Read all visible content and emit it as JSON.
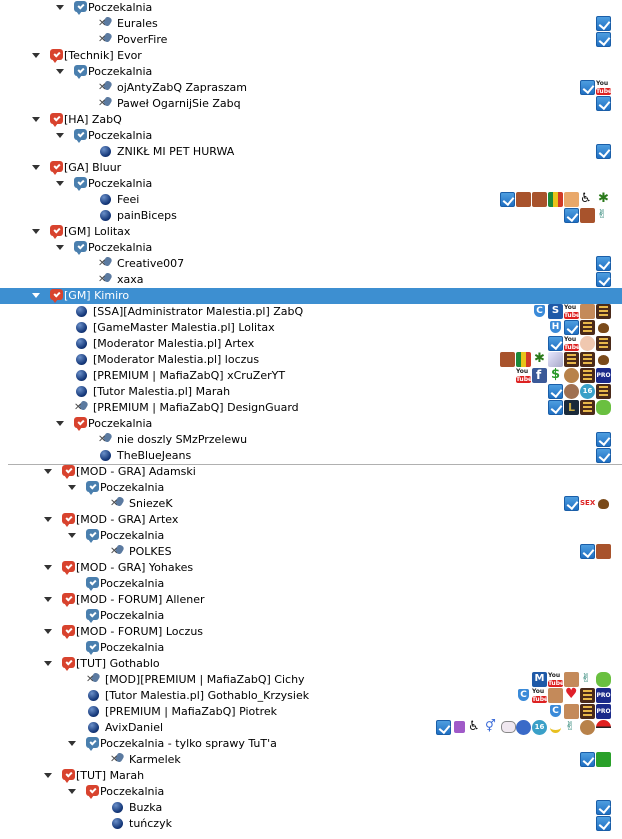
{
  "rows": [
    {
      "kind": "channel",
      "level": 1,
      "color": "blue",
      "label": "Poczekalnia",
      "badges": []
    },
    {
      "kind": "user",
      "level": 2,
      "icon": "muted",
      "label": "Eurales",
      "badges": [
        "check"
      ]
    },
    {
      "kind": "user",
      "level": 2,
      "icon": "muted",
      "label": "PoverFire",
      "badges": [
        "check"
      ]
    },
    {
      "kind": "channel",
      "level": 0,
      "color": "red",
      "label": "[Technik] Evor",
      "badges": []
    },
    {
      "kind": "channel",
      "level": 1,
      "color": "blue",
      "label": "Poczekalnia",
      "badges": []
    },
    {
      "kind": "user",
      "level": 2,
      "icon": "muted",
      "label": "ojAntyZabQ Zapraszam",
      "badges": [
        "check",
        "yt"
      ]
    },
    {
      "kind": "user",
      "level": 2,
      "icon": "muted",
      "label": "Paweł OgarnijSie Zabq",
      "badges": [
        "check"
      ]
    },
    {
      "kind": "channel",
      "level": 0,
      "color": "red",
      "label": "[HA] ZabQ",
      "badges": []
    },
    {
      "kind": "channel",
      "level": 1,
      "color": "blue",
      "label": "Poczekalnia",
      "badges": []
    },
    {
      "kind": "user",
      "level": 2,
      "icon": "ball",
      "label": "ZNIKŁ MI PET HURWA",
      "badges": [
        "check"
      ]
    },
    {
      "kind": "channel",
      "level": 0,
      "color": "red",
      "label": "[GA] Bluur",
      "badges": []
    },
    {
      "kind": "channel",
      "level": 1,
      "color": "blue",
      "label": "Poczekalnia",
      "badges": []
    },
    {
      "kind": "user",
      "level": 2,
      "icon": "ball",
      "label": "Feei",
      "badges": [
        "check",
        "cs",
        "cs",
        "mfl",
        "sqr",
        "wheel",
        "leaf"
      ]
    },
    {
      "kind": "user",
      "level": 2,
      "icon": "ball",
      "label": "painBiceps",
      "badges": [
        "check",
        "cs",
        "peace"
      ]
    },
    {
      "kind": "channel",
      "level": 0,
      "color": "red",
      "label": "[GM] Lolitax",
      "badges": []
    },
    {
      "kind": "channel",
      "level": 1,
      "color": "blue",
      "label": "Poczekalnia",
      "badges": []
    },
    {
      "kind": "user",
      "level": 2,
      "icon": "muted",
      "label": "Creative007",
      "badges": [
        "check"
      ]
    },
    {
      "kind": "user",
      "level": 2,
      "icon": "muted",
      "label": "xaxa",
      "badges": [
        "check"
      ]
    },
    {
      "kind": "channel",
      "level": 0,
      "color": "red",
      "label": "[GM] Kimiro",
      "badges": [],
      "selected": true
    },
    {
      "kind": "user",
      "level": 1,
      "icon": "ball",
      "label": "[SSA][Administrator Malestia.pl] ZabQ",
      "badges": [
        "shield",
        "sblue",
        "yt",
        "face",
        "ach"
      ]
    },
    {
      "kind": "user",
      "level": 1,
      "icon": "ball",
      "label": "[GameMaster Malestia.pl] Lolitax",
      "badges": [
        "hblue",
        "check",
        "ach",
        "poop"
      ]
    },
    {
      "kind": "user",
      "level": 1,
      "icon": "ball",
      "label": "[Moderator Malestia.pl] Artex",
      "badges": [
        "check",
        "yt",
        "baby",
        "ach"
      ]
    },
    {
      "kind": "user",
      "level": 1,
      "icon": "ball",
      "label": "[Moderator Malestia.pl] loczus",
      "badges": [
        "cs",
        "mfl",
        "leaf",
        "gem",
        "ach",
        "ach",
        "poop"
      ]
    },
    {
      "kind": "user",
      "level": 1,
      "icon": "ball",
      "label": "[PREMIUM | MafiaZabQ] xCruZerYT",
      "badges": [
        "yt",
        "fb",
        "dollar",
        "monkey",
        "ach",
        "pro"
      ]
    },
    {
      "kind": "user",
      "level": 1,
      "icon": "ball",
      "label": "[Tutor Malestia.pl] Marah",
      "badges": [
        "check",
        "bear",
        "sixteen",
        "ach"
      ]
    },
    {
      "kind": "user",
      "level": 1,
      "icon": "muted",
      "label": "[PREMIUM | MafiaZabQ] DesignGuard",
      "badges": [
        "check",
        "lol",
        "ach",
        "frog"
      ]
    },
    {
      "kind": "channel",
      "level": 1,
      "color": "red",
      "label": "Poczekalnia",
      "badges": []
    },
    {
      "kind": "user",
      "level": 2,
      "icon": "muted",
      "label": "nie doszly SMzPrzelewu",
      "badges": [
        "check"
      ]
    },
    {
      "kind": "user",
      "level": 2,
      "icon": "ball",
      "label": "TheBlueJeans",
      "badges": [
        "check"
      ]
    },
    {
      "kind": "divider"
    },
    {
      "kind": "channel",
      "level": 0.5,
      "color": "red",
      "label": "[MOD - GRA] Adamski",
      "badges": []
    },
    {
      "kind": "channel",
      "level": 1.5,
      "color": "blue",
      "label": "Poczekalnia",
      "badges": []
    },
    {
      "kind": "user",
      "level": 2.5,
      "icon": "muted",
      "label": "SniezeK",
      "badges": [
        "check",
        "sex",
        "poop"
      ]
    },
    {
      "kind": "channel",
      "level": 0.5,
      "color": "red",
      "label": "[MOD - GRA] Artex",
      "badges": []
    },
    {
      "kind": "channel",
      "level": 1.5,
      "color": "blue",
      "label": "Poczekalnia",
      "badges": []
    },
    {
      "kind": "user",
      "level": 2.5,
      "icon": "muted",
      "label": "POLKES",
      "badges": [
        "check",
        "cs"
      ]
    },
    {
      "kind": "channel",
      "level": 0.5,
      "color": "red",
      "label": "[MOD - GRA] Yohakes",
      "badges": []
    },
    {
      "kind": "channel",
      "level": 1.5,
      "color": "blue",
      "label": "Poczekalnia",
      "badges": [],
      "noarrow": true
    },
    {
      "kind": "channel",
      "level": 0.5,
      "color": "red",
      "label": "[MOD - FORUM] Allener",
      "badges": []
    },
    {
      "kind": "channel",
      "level": 1.5,
      "color": "blue",
      "label": "Poczekalnia",
      "badges": [],
      "noarrow": true
    },
    {
      "kind": "channel",
      "level": 0.5,
      "color": "red",
      "label": "[MOD - FORUM] Loczus",
      "badges": []
    },
    {
      "kind": "channel",
      "level": 1.5,
      "color": "blue",
      "label": "Poczekalnia",
      "badges": [],
      "noarrow": true
    },
    {
      "kind": "channel",
      "level": 0.5,
      "color": "red",
      "label": "[TUT] Gothablo",
      "badges": []
    },
    {
      "kind": "user",
      "level": 1.5,
      "icon": "muted",
      "label": "[MOD][PREMIUM | MafiaZabQ] Cichy",
      "badges": [
        "mblue",
        "yt",
        "face",
        "peace",
        "frog"
      ]
    },
    {
      "kind": "user",
      "level": 1.5,
      "icon": "ball",
      "label": "[Tutor Malestia.pl] Gothablo_Krzysiek",
      "badges": [
        "shield",
        "yt",
        "face",
        "heart",
        "ach",
        "pro"
      ]
    },
    {
      "kind": "user",
      "level": 1.5,
      "icon": "ball",
      "label": "[PREMIUM | MafiaZabQ] Piotrek",
      "badges": [
        "shield",
        "face",
        "ach",
        "pro"
      ]
    },
    {
      "kind": "user",
      "level": 1.5,
      "icon": "ball",
      "label": "AvixDaniel",
      "badges": [
        "check",
        "purple",
        "wheel",
        "gender",
        "bubble",
        "banana",
        "peace",
        "monkey",
        "pokeball"
      ]
    },
    {
      "kind": "channel",
      "level": 1.5,
      "color": "blue",
      "label": "Poczekalnia - tylko sprawy TuT'a",
      "badges": []
    },
    {
      "kind": "user",
      "level": 2.5,
      "icon": "muted",
      "label": "Karmelek",
      "badges": [
        "check",
        "green"
      ]
    },
    {
      "kind": "channel",
      "level": 0.5,
      "color": "red",
      "label": "[TUT] Marah",
      "badges": []
    },
    {
      "kind": "channel",
      "level": 1.5,
      "color": "red",
      "label": "Poczekalnia",
      "badges": []
    },
    {
      "kind": "user",
      "level": 2.5,
      "icon": "ball",
      "label": "Buzka",
      "badges": [
        "check"
      ]
    },
    {
      "kind": "user",
      "level": 2.5,
      "icon": "ball",
      "label": "tuńczyk",
      "badges": [
        "check"
      ]
    }
  ],
  "cookie_row_extra": {
    "row": 46,
    "badges": [
      "cookie",
      "sixteen"
    ]
  }
}
